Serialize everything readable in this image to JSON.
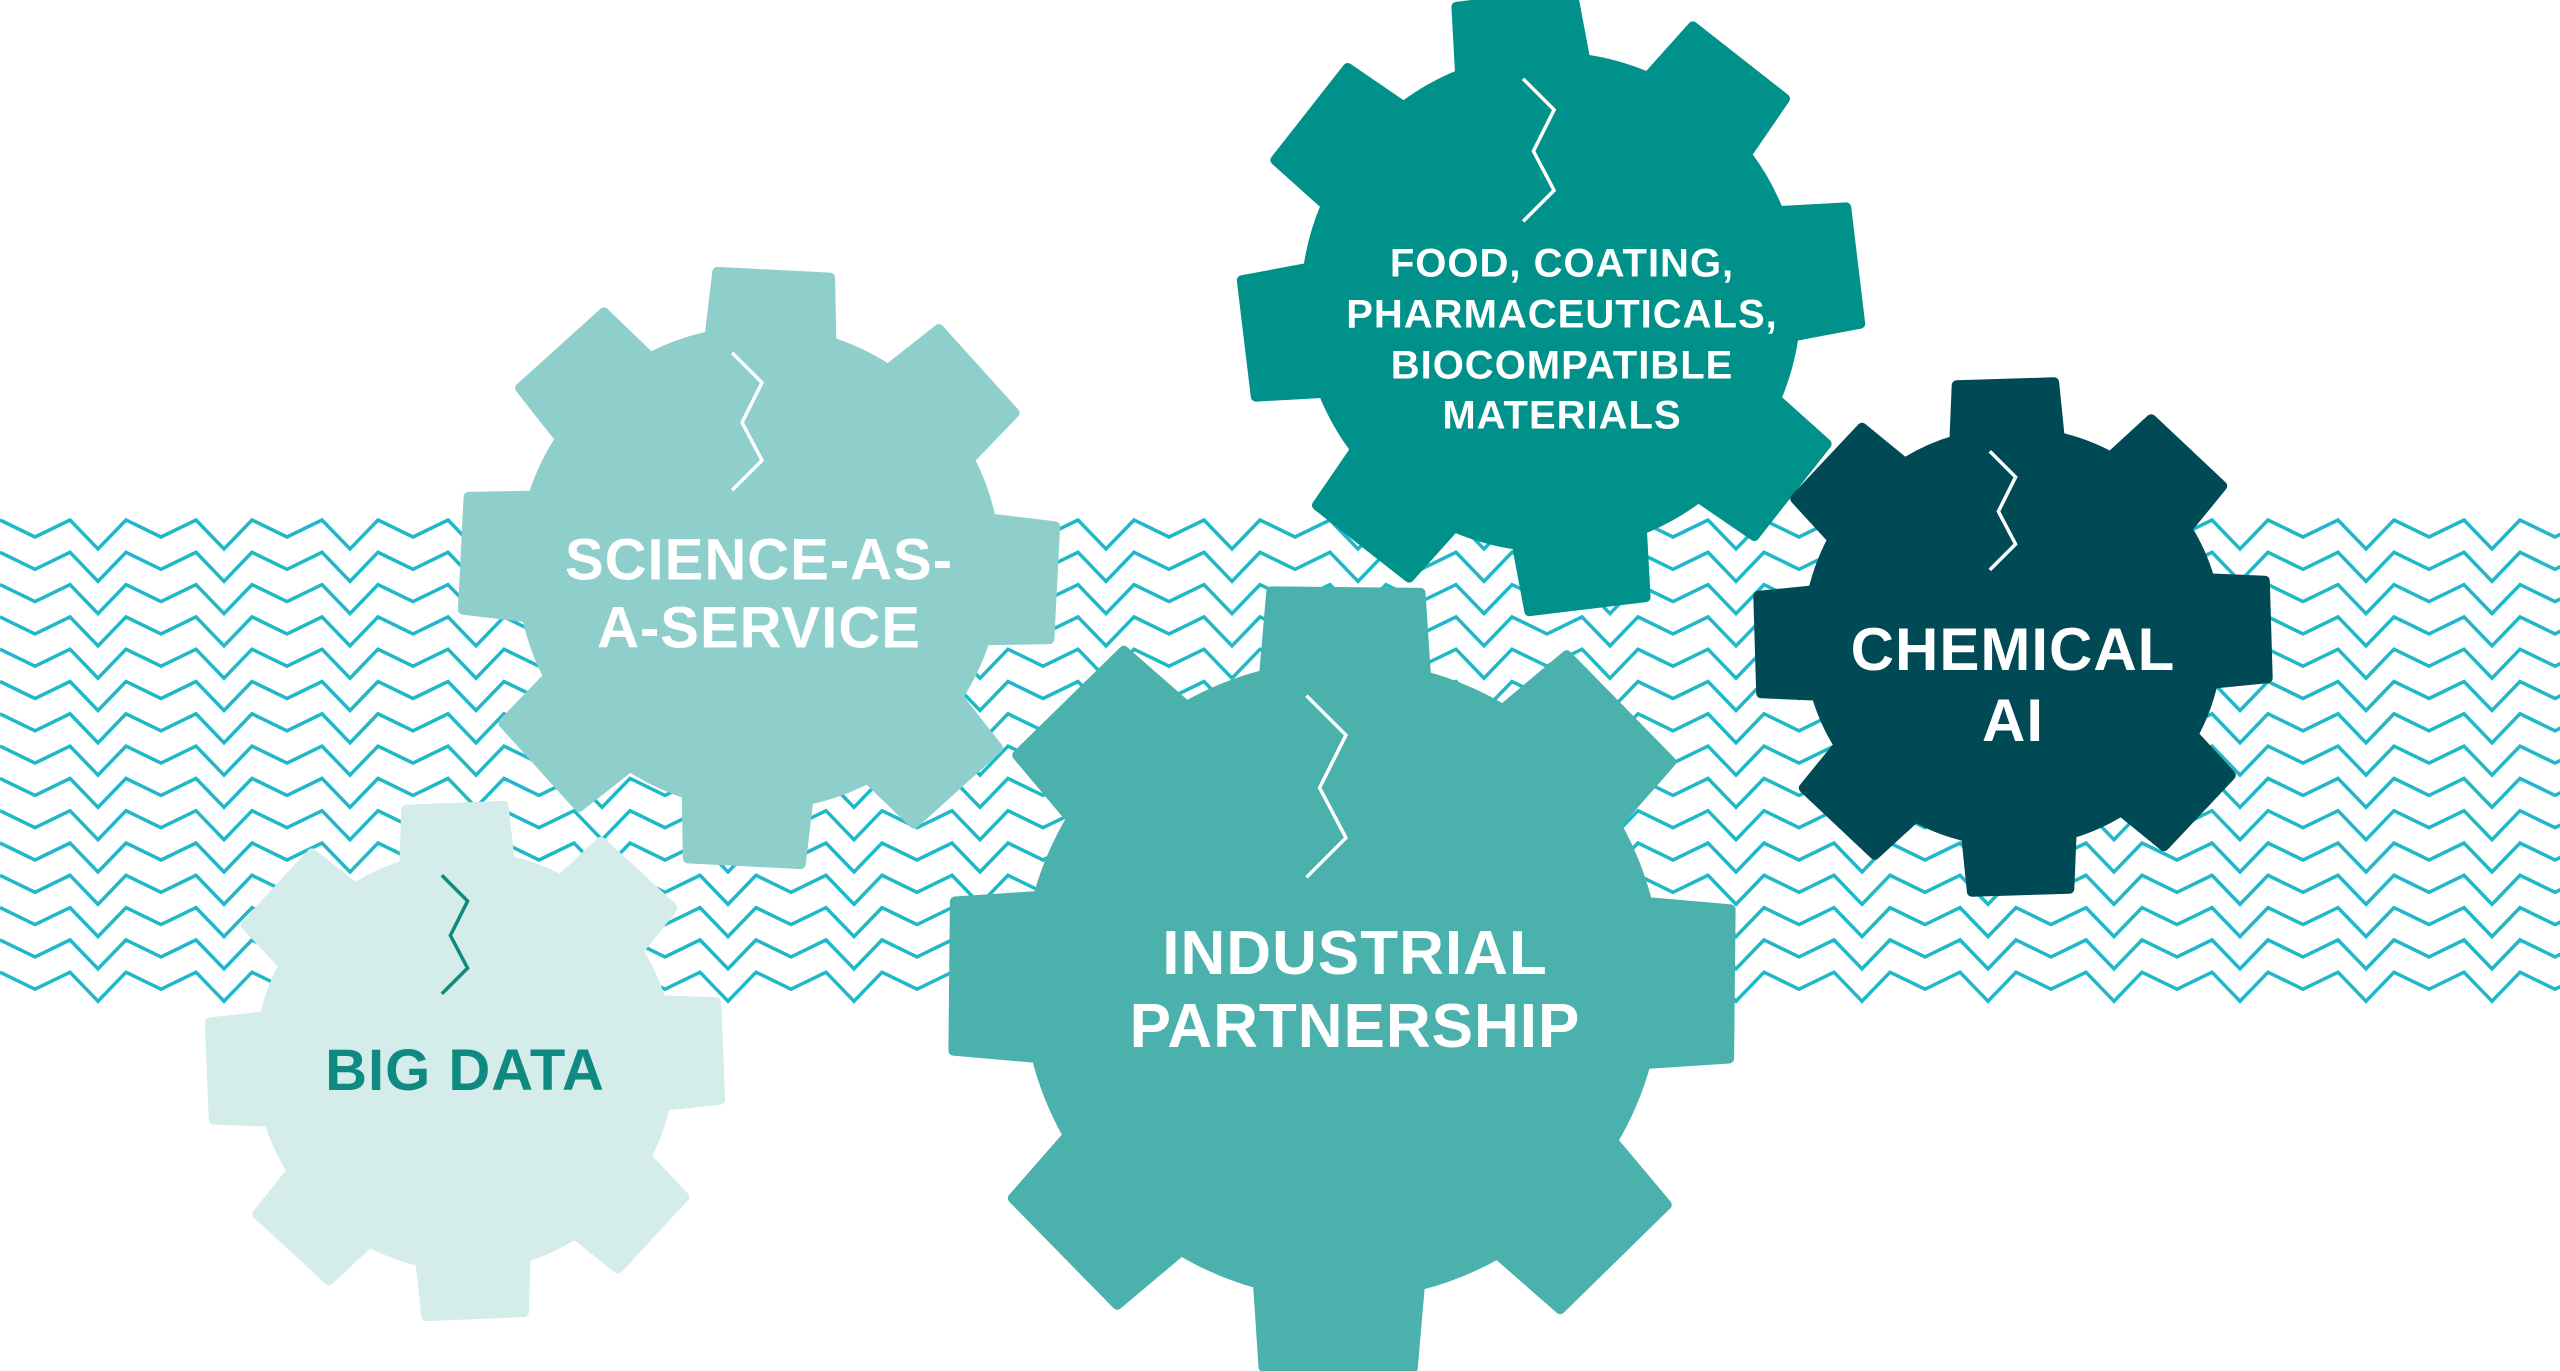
{
  "colors": {
    "zigzag": "#1fb8c8",
    "big_data": "#d4ecea",
    "science": "#8ecfcb",
    "food": "#00928a",
    "chemical": "#004a55",
    "industrial": "#4ab1ad",
    "big_data_text": "#0f8a80"
  },
  "gears": {
    "big_data": {
      "line1": "BIG DATA"
    },
    "science": {
      "line1": "SCIENCE-AS-",
      "line2": "A-SERVICE"
    },
    "food": {
      "line1": "FOOD, COATING,",
      "line2": "PHARMACEUTICALS,",
      "line3": "BIOCOMPATIBLE",
      "line4": "MATERIALS"
    },
    "chemical": {
      "line1": "CHEMICAL",
      "line2": "AI"
    },
    "industrial": {
      "line1": "INDUSTRIAL",
      "line2": "PARTNERSHIP"
    }
  }
}
